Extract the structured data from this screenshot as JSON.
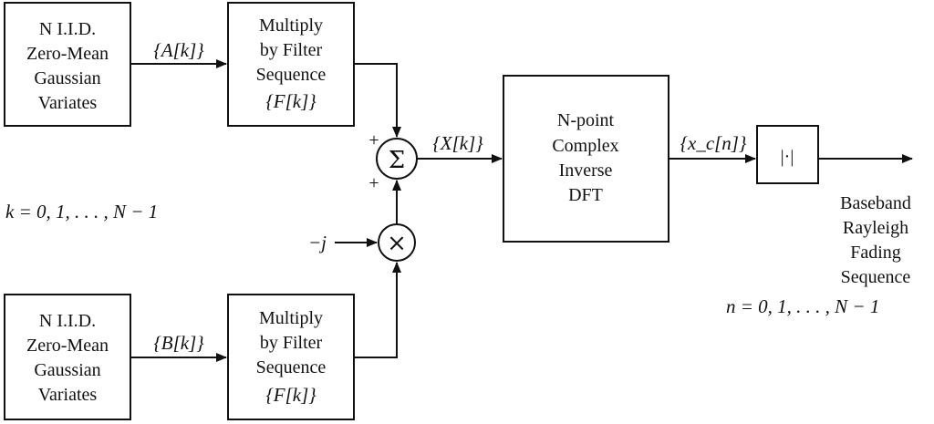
{
  "blocks": {
    "gauss_top": [
      "N I.I.D.",
      "Zero-Mean",
      "Gaussian",
      "Variates"
    ],
    "gauss_bottom": [
      "N I.I.D.",
      "Zero-Mean",
      "Gaussian",
      "Variates"
    ],
    "filter_top": [
      "Multiply",
      "by Filter",
      "Sequence",
      "{F[k]}"
    ],
    "filter_bottom": [
      "Multiply",
      "by Filter",
      "Sequence",
      "{F[k]}"
    ],
    "idft": [
      "N-point",
      "Complex",
      "Inverse",
      "DFT"
    ],
    "magnitude": "|·|",
    "output": [
      "Baseband",
      "Rayleigh",
      "Fading",
      "Sequence"
    ]
  },
  "signals": {
    "a_k": "{A[k]}",
    "b_k": "{B[k]}",
    "x_k": "{X[k]}",
    "xc_n": "{x_c[n]}",
    "minus_j": "−j"
  },
  "operators": {
    "sum_symbol": "Σ",
    "multiply_symbol": "×",
    "plus_top": "+",
    "plus_bottom": "+"
  },
  "ranges": {
    "k_range": "k = 0, 1, . . . , N − 1",
    "n_range": "n = 0, 1, . . . , N − 1"
  }
}
